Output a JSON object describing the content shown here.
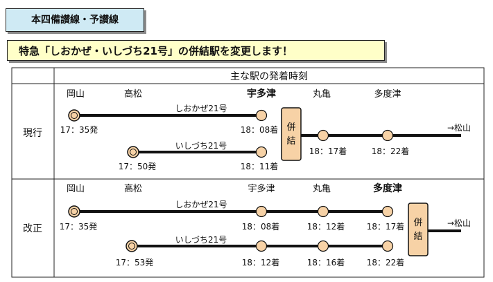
{
  "section_tag": "本四備讃線・予讃線",
  "headline": "特急「しおかぜ・いしづち21号」の併結駅を変更します！",
  "table_header": "主な駅の発着時刻",
  "merge_label_top": "併",
  "merge_label_bottom": "結",
  "colors": {
    "node_fill": "#f7d2a6",
    "merge_fill": "#f7d2a6",
    "line": "#111111"
  },
  "current": {
    "label": "現行",
    "stations": [
      "岡山",
      "高松",
      "宇多津",
      "丸亀",
      "多度津"
    ],
    "train1_name": "しおかぜ21号",
    "train2_name": "いしづち21号",
    "t1_okayama": "17：35発",
    "t1_utazu": "18：08着",
    "t2_takamatsu": "17：50発",
    "t2_utazu": "18：11着",
    "marugame": "18：17着",
    "tadotsu": "18：22着",
    "destination": "→松山"
  },
  "revised": {
    "label": "改正",
    "stations": [
      "岡山",
      "高松",
      "宇多津",
      "丸亀",
      "多度津"
    ],
    "train1_name": "しおかぜ21号",
    "train2_name": "いしづち21号",
    "t1_okayama": "17：35発",
    "t1_utazu": "18：08着",
    "t1_marugame": "18：12着",
    "t1_tadotsu": "18：17着",
    "t2_takamatsu": "17：53発",
    "t2_utazu": "18：12着",
    "t2_marugame": "18：16着",
    "t2_tadotsu": "18：22着",
    "destination": "→松山"
  }
}
